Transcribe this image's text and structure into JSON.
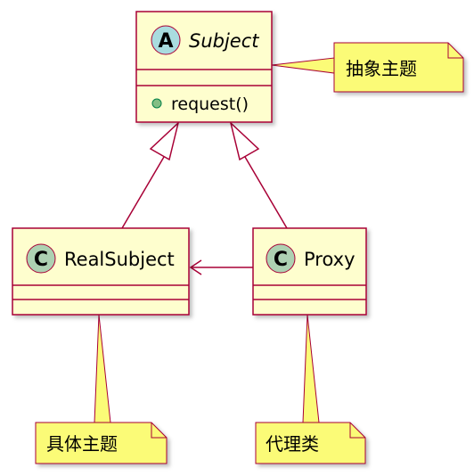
{
  "classes": {
    "subject": {
      "stereotype_letter": "A",
      "name": "Subject",
      "members": [
        "request()"
      ]
    },
    "real_subject": {
      "stereotype_letter": "C",
      "name": "RealSubject"
    },
    "proxy": {
      "stereotype_letter": "C",
      "name": "Proxy"
    }
  },
  "notes": {
    "subject_note": "抽象主题",
    "real_subject_note": "具体主题",
    "proxy_note": "代理类"
  },
  "colors": {
    "class_fill": "#fefece",
    "border": "#a80036",
    "abstract_badge": "#a9dcdf",
    "class_badge": "#add1b2",
    "note_fill": "#fbfb77",
    "member_dot": "#84be84"
  }
}
